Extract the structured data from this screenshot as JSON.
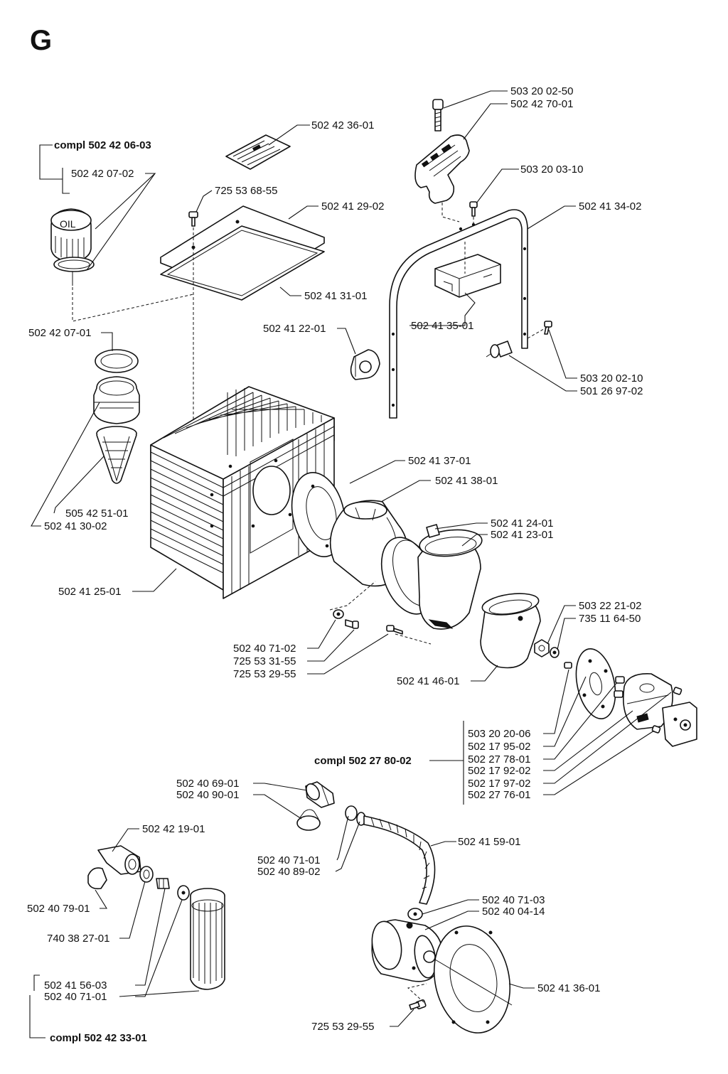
{
  "section": "G",
  "labels": {
    "p_503_20_02_50": "503 20 02-50",
    "p_502_42_70_01": "502 42 70-01",
    "p_502_42_36_01": "502 42 36-01",
    "p_compl_502_42_06_03": "compl 502 42 06-03",
    "p_503_20_03_10": "503 20 03-10",
    "p_502_42_07_02": "502 42 07-02",
    "p_725_53_68_55": "725 53 68-55",
    "p_502_41_29_02": "502 41 29-02",
    "p_502_41_34_02": "502 41 34-02",
    "p_502_41_31_01": "502 41 31-01",
    "p_502_41_22_01": "502 41 22-01",
    "p_502_41_35_01": "502 41 35-01",
    "p_502_42_07_01": "502 42 07-01",
    "p_503_20_02_10": "503 20 02-10",
    "p_501_26_97_02": "501 26 97-02",
    "p_502_41_37_01": "502 41 37-01",
    "p_502_41_38_01": "502 41 38-01",
    "p_505_42_51_01": "505 42 51-01",
    "p_502_41_30_02": "502 41 30-02",
    "p_502_41_24_01": "502 41 24-01",
    "p_502_41_23_01": "502 41 23-01",
    "p_502_41_25_01": "502 41 25-01",
    "p_503_22_21_02": "503 22 21-02",
    "p_735_11_64_50": "735 11 64-50",
    "p_502_40_71_02": "502 40 71-02",
    "p_725_53_31_55": "725 53 31-55",
    "p_725_53_29_55_a": "725 53 29-55",
    "p_502_41_46_01": "502 41 46-01",
    "p_503_20_20_06": "503 20 20-06",
    "p_502_17_95_02": "502 17 95-02",
    "p_compl_502_27_80_02": "compl 502 27 80-02",
    "p_502_27_78_01": "502 27 78-01",
    "p_502_17_92_02": "502 17 92-02",
    "p_502_17_97_02": "502 17 97-02",
    "p_502_27_76_01": "502 27 76-01",
    "p_502_40_69_01": "502 40 69-01",
    "p_502_40_90_01": "502 40 90-01",
    "p_502_42_19_01": "502 42 19-01",
    "p_502_41_59_01": "502 41 59-01",
    "p_502_40_71_01_a": "502 40 71-01",
    "p_502_40_89_02": "502 40 89-02",
    "p_502_40_79_01": "502 40 79-01",
    "p_502_40_71_03": "502 40 71-03",
    "p_502_40_04_14": "502 40 04-14",
    "p_740_38_27_01": "740 38 27-01",
    "p_502_41_56_03": "502 41 56-03",
    "p_502_40_71_01_b": "502 40 71-01",
    "p_502_41_36_01": "502 41 36-01",
    "p_725_53_29_55_b": "725 53 29-55",
    "p_compl_502_42_33_01": "compl 502 42 33-01",
    "oil_cap_text": "OIL"
  }
}
